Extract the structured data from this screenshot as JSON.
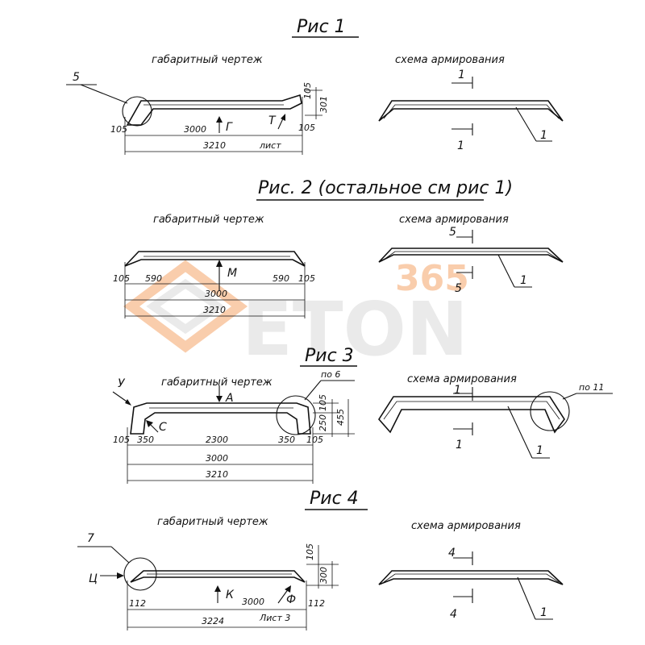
{
  "watermark": {
    "top": "365",
    "main": "ETON",
    "colors": {
      "accent": "#f5a56a",
      "grey": "#d9d9d9"
    }
  },
  "fig1": {
    "title": "Рис 1",
    "left_sub": "габаритный чертеж",
    "right_sub": "схема армирования",
    "callout": "5",
    "d_left": "105",
    "d_mid": "3000",
    "arrow_g": "Г",
    "arrow_t": "Т",
    "d_right": "105",
    "total": "3210",
    "sheet": "лист",
    "v1": "105",
    "v2": "301",
    "sec_top": "1",
    "sec_bot": "1",
    "bar": "1"
  },
  "fig2": {
    "title": "Рис. 2 (остальное см рис 1)",
    "left_sub": "габаритный чертеж",
    "right_sub": "схема армирования",
    "d105a": "105",
    "d590a": "590",
    "arrow_m": "М",
    "d3000": "3000",
    "d590b": "590",
    "d105b": "105",
    "total": "3210",
    "sec_top": "5",
    "sec_bot": "5",
    "bar": "1"
  },
  "fig3": {
    "title": "Рис 3",
    "left_sub": "габаритный чертеж",
    "right_sub": "схема армирования",
    "arrow_u": "У",
    "arrow_a": "А",
    "arrow_c": "С",
    "po6": "по 6",
    "po11": "по 11",
    "v105": "105",
    "v250": "250",
    "v455": "455",
    "d105a": "105",
    "d350a": "350",
    "d2300": "2300",
    "d350b": "350",
    "d105b": "105",
    "d3000": "3000",
    "total": "3210",
    "sec_top": "1",
    "sec_bot": "1",
    "bar": "1"
  },
  "fig4": {
    "title": "Рис 4",
    "left_sub": "габаритный чертеж",
    "right_sub": "схема армирования",
    "callout": "7",
    "arrow_ts": "Ц",
    "arrow_k": "К",
    "arrow_f": "Ф",
    "v105": "105",
    "v300": "300",
    "d112a": "112",
    "d3000": "3000",
    "d112b": "112",
    "total": "3224",
    "sheet": "Лист 3",
    "sec_top": "4",
    "sec_bot": "4",
    "bar": "1"
  }
}
